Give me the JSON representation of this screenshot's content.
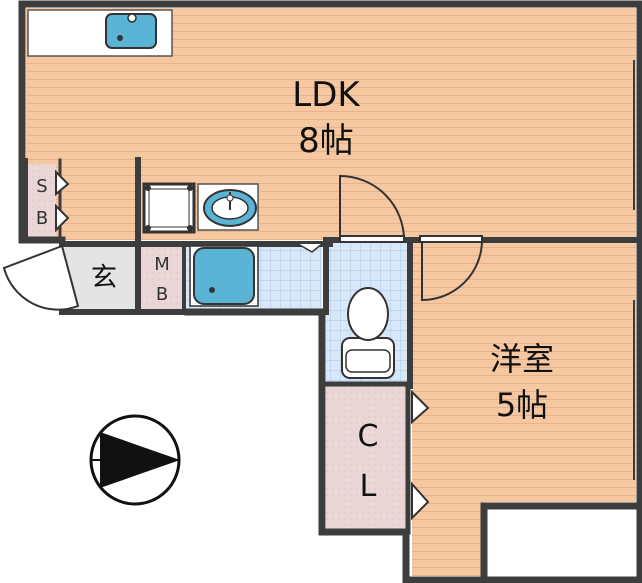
{
  "rooms": {
    "ldk": {
      "name": "LDK",
      "size": "8帖"
    },
    "western": {
      "name": "洋室",
      "size": "5帖"
    },
    "entrance": {
      "name": "玄"
    },
    "shoe_box": {
      "line1": "S",
      "line2": "B"
    },
    "meter_box": {
      "line1": "M",
      "line2": "B"
    },
    "closet": {
      "line1": "C",
      "line2": "L"
    }
  },
  "colors": {
    "floor_wood": "#f6c8a2",
    "floor_stripe": "#e9b28b",
    "tile": "#d8e8f8",
    "tile_grid": "#a9c6e6",
    "storage": "#ead6d6",
    "wall": "#3d3d3d",
    "fixture_blue": "#5bb4d4",
    "kitchen_counter": "#ffffff"
  },
  "icons": {
    "compass": "north-arrow-icon",
    "sink": "sink-icon",
    "washbasin": "washbasin-icon",
    "bathtub": "bathtub-icon",
    "toilet": "toilet-icon",
    "washer": "washing-machine-icon"
  }
}
